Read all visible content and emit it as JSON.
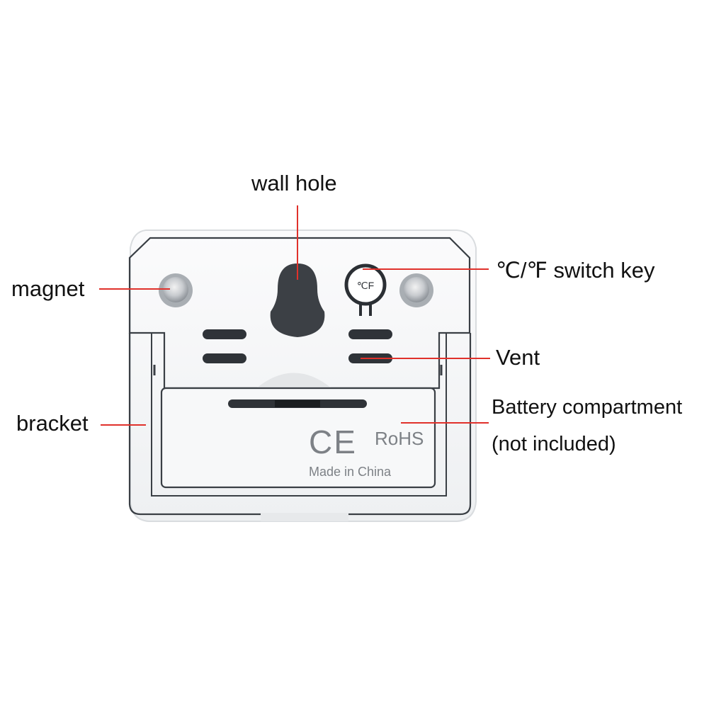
{
  "labels": {
    "wall_hole": "wall hole",
    "switch_key": "℃/℉ switch key",
    "magnet": "magnet",
    "vent": "Vent",
    "bracket": "bracket",
    "battery_line1": "Battery compartment",
    "battery_line2": "(not included)"
  },
  "device_markings": {
    "ce": "CE",
    "rohs": "RoHS",
    "origin": "Made in China",
    "key_glyph": "℃F"
  },
  "colors": {
    "leader_line": "#e0312b",
    "device_body": "#f7f8f9",
    "device_outline": "#3a3f45",
    "slot": "#2f3338"
  }
}
